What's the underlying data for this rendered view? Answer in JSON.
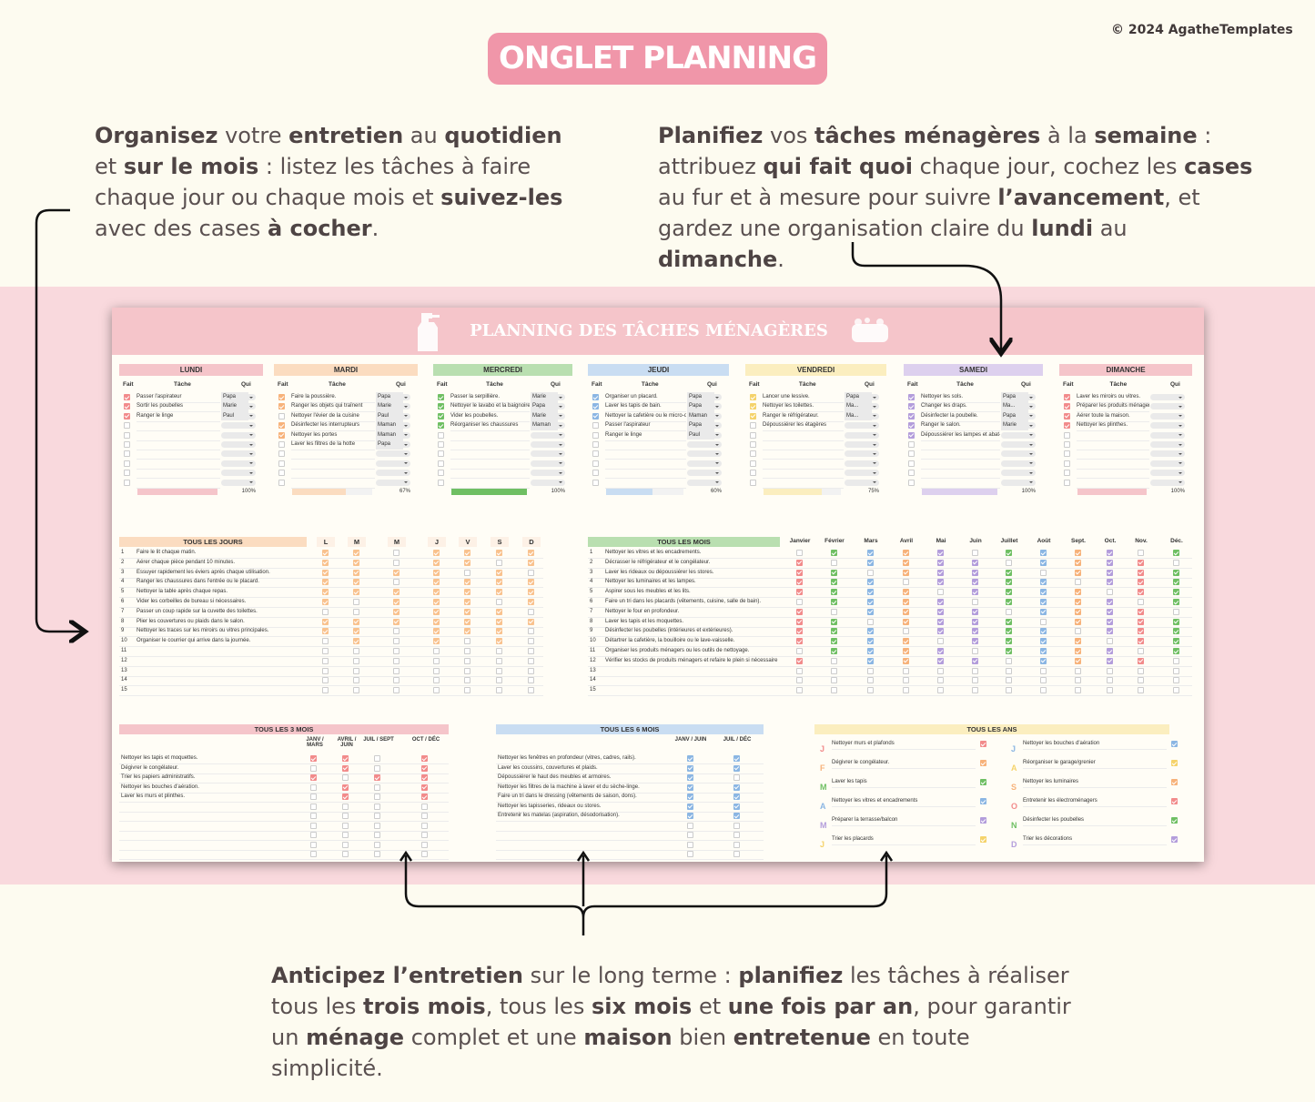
{
  "title": "ONGLET PLANNING",
  "copyright": "© 2024 AgatheTemplates",
  "intro_left": [
    {
      "t": "Organisez",
      "b": true
    },
    {
      "t": " votre ",
      "b": false
    },
    {
      "t": "entretien",
      "b": true
    },
    {
      "t": " au ",
      "b": false
    },
    {
      "t": "quotidien",
      "b": true
    },
    {
      "t": " et ",
      "b": false
    },
    {
      "t": "sur le mois",
      "b": true
    },
    {
      "t": " : listez les tâches à faire chaque jour ou chaque mois et ",
      "b": false
    },
    {
      "t": "suivez-les",
      "b": true
    },
    {
      "t": " avec des cases ",
      "b": false
    },
    {
      "t": "à cocher",
      "b": true
    },
    {
      "t": ".",
      "b": false
    }
  ],
  "intro_right": [
    {
      "t": "Planifiez",
      "b": true
    },
    {
      "t": " vos ",
      "b": false
    },
    {
      "t": "tâches ménagères",
      "b": true
    },
    {
      "t": " à la ",
      "b": false
    },
    {
      "t": "semaine",
      "b": true
    },
    {
      "t": " : attribuez ",
      "b": false
    },
    {
      "t": "qui fait quoi",
      "b": true
    },
    {
      "t": " chaque jour, cochez les ",
      "b": false
    },
    {
      "t": "cases",
      "b": true
    },
    {
      "t": " au fur et à mesure pour suivre ",
      "b": false
    },
    {
      "t": "l’avancement",
      "b": true
    },
    {
      "t": ", et gardez une organisation claire du ",
      "b": false
    },
    {
      "t": "lundi",
      "b": true
    },
    {
      "t": " au ",
      "b": false
    },
    {
      "t": "dimanche",
      "b": true
    },
    {
      "t": ".",
      "b": false
    }
  ],
  "intro_bottom": [
    {
      "t": "Anticipez l’entretien",
      "b": true
    },
    {
      "t": " sur le long terme : ",
      "b": false
    },
    {
      "t": "planifiez",
      "b": true
    },
    {
      "t": " les tâches à réaliser tous les ",
      "b": false
    },
    {
      "t": "trois mois",
      "b": true
    },
    {
      "t": ", tous les ",
      "b": false
    },
    {
      "t": "six mois",
      "b": true
    },
    {
      "t": " et ",
      "b": false
    },
    {
      "t": "une fois par an",
      "b": true
    },
    {
      "t": ", pour garantir un ",
      "b": false
    },
    {
      "t": "ménage",
      "b": true
    },
    {
      "t": " complet et une ",
      "b": false
    },
    {
      "t": "maison",
      "b": true
    },
    {
      "t": " bien ",
      "b": false
    },
    {
      "t": "entretenue",
      "b": true
    },
    {
      "t": " en toute simplicité.",
      "b": false
    }
  ],
  "sheet_title": "PLANNING DES TÂCHES MÉNAGÈRES",
  "col_labels": {
    "fait": "Fait",
    "tache": "Tâche",
    "qui": "Qui"
  },
  "days": [
    {
      "name": "LUNDI",
      "color": "#f5c5ca",
      "check": "#f28b8b",
      "bar": "#f5c5ca",
      "fill": 1.0,
      "pct": "100%",
      "tasks": [
        [
          "Passer l'aspirateur",
          "Papa",
          true
        ],
        [
          "Sortir les poubelles",
          "Marie",
          true
        ],
        [
          "Ranger le linge",
          "Paul",
          true
        ]
      ]
    },
    {
      "name": "MARDI",
      "color": "#fbdcc0",
      "check": "#f7b27a",
      "bar": "#fbdcc0",
      "fill": 0.67,
      "pct": "67%",
      "tasks": [
        [
          "Faire la poussière.",
          "Papa",
          true
        ],
        [
          "Ranger les objets qui traînent",
          "Marie",
          true
        ],
        [
          "Nettoyer l'évier de la cuisine",
          "Paul",
          false
        ],
        [
          "Désinfecter les interrupteurs",
          "Maman",
          true
        ],
        [
          "Nettoyer les portes",
          "Maman",
          true
        ],
        [
          "Laver les filtres de la hotte",
          "Papa",
          false
        ]
      ]
    },
    {
      "name": "MERCREDI",
      "color": "#b9dfb0",
      "check": "#6fbf63",
      "bar": "#6fbf63",
      "fill": 1.0,
      "pct": "100%",
      "tasks": [
        [
          "Passer la serpillière.",
          "Marie",
          true
        ],
        [
          "Nettoyer le lavabo et la baignoire",
          "Papa",
          true
        ],
        [
          "Vider les poubelles.",
          "Marie",
          true
        ],
        [
          "Réorganiser les chaussures",
          "Maman",
          true
        ]
      ]
    },
    {
      "name": "JEUDI",
      "color": "#c9ddf2",
      "check": "#8bb6e3",
      "bar": "#c9ddf2",
      "fill": 0.6,
      "pct": "60%",
      "tasks": [
        [
          "Organiser un placard.",
          "Papa",
          true
        ],
        [
          "Laver les tapis de bain.",
          "Papa",
          true
        ],
        [
          "Nettoyer la cafetière ou le micro-ondes",
          "Maman",
          true
        ],
        [
          "Passer l'aspirateur",
          "Papa",
          false
        ],
        [
          "Ranger le linge",
          "Paul",
          false
        ]
      ]
    },
    {
      "name": "VENDREDI",
      "color": "#fbeebf",
      "check": "#f5d36b",
      "bar": "#fbeebf",
      "fill": 0.75,
      "pct": "75%",
      "tasks": [
        [
          "Lancer une lessive.",
          "Papa",
          true
        ],
        [
          "Nettoyer les toilettes.",
          "Ma...",
          true
        ],
        [
          "Ranger le réfrigérateur.",
          "Ma...",
          true
        ],
        [
          "Dépoussiérer les étagères",
          "",
          false
        ]
      ]
    },
    {
      "name": "SAMEDI",
      "color": "#ddd0ee",
      "check": "#b39ddb",
      "bar": "#ddd0ee",
      "fill": 1.0,
      "pct": "100%",
      "tasks": [
        [
          "Nettoyer les sols.",
          "Papa",
          true
        ],
        [
          "Changer les draps.",
          "Ma...",
          true
        ],
        [
          "Désinfecter la poubelle.",
          "Papa",
          true
        ],
        [
          "Ranger le salon.",
          "Marie",
          true
        ],
        [
          "Dépoussiérer les lampes et abat-jour",
          "",
          true
        ]
      ]
    },
    {
      "name": "DIMANCHE",
      "color": "#f5c5ca",
      "check": "#f28b8b",
      "bar": "#f5c5ca",
      "fill": 1.0,
      "pct": "100%",
      "tasks": [
        [
          "Laver les miroirs ou vitres.",
          "",
          true
        ],
        [
          "Préparer les produits ménagers",
          "",
          true
        ],
        [
          "Aérer toute la maison.",
          "",
          true
        ],
        [
          "Nettoyer les plinthes.",
          "",
          true
        ]
      ]
    }
  ],
  "daily": {
    "title": "TOUS LES JOURS",
    "cols": [
      "L",
      "M",
      "M",
      "J",
      "V",
      "S",
      "D"
    ],
    "tasks": [
      "Faire le lit chaque matin.",
      "Aérer chaque pièce pendant 10 minutes.",
      "Essuyer rapidement les éviers après chaque utilisation.",
      "Ranger les chaussures dans l'entrée ou le placard.",
      "Nettoyer la table après chaque repas.",
      "Vider les corbeilles de bureau si nécessaires.",
      "Passer un coup rapide sur la cuvette des toilettes.",
      "Plier les couvertures ou plaids dans le salon.",
      "Nettoyer les traces sur les miroirs ou vitres principales.",
      "Organiser le courrier qui arrive dans la journée.",
      "",
      "",
      "",
      "",
      ""
    ],
    "numbers": [
      "1",
      "2",
      "3",
      "4",
      "5",
      "6",
      "7",
      "8",
      "9",
      "10",
      "11",
      "12",
      "13",
      "14",
      "15"
    ]
  },
  "monthly": {
    "title": "TOUS LES MOIS",
    "cols": [
      "Janvier",
      "Février",
      "Mars",
      "Avril",
      "Mai",
      "Juin",
      "Juillet",
      "Août",
      "Sept.",
      "Oct.",
      "Nov.",
      "Déc."
    ],
    "tasks": [
      "Nettoyer les vitres et les encadrements.",
      "Décrasser le réfrigérateur et le congélateur.",
      "Laver les rideaux ou dépoussiérer les stores.",
      "Nettoyer les luminaires et les lampes.",
      "Aspirer sous les meubles et les lits.",
      "Faire un tri dans les placards (vêtements, cuisine, salle de bain).",
      "Nettoyer le four en profondeur.",
      "Laver les tapis et les moquettes.",
      "Désinfecter les poubelles (intérieures et extérieures).",
      "Détartrer la cafetière, la bouilloire ou le lave-vaisselle.",
      "Organiser les produits ménagers ou les outils de nettoyage.",
      "Vérifier les stocks de produits ménagers et refaire le plein si nécessaire",
      "",
      "",
      ""
    ],
    "numbers": [
      "1",
      "2",
      "3",
      "4",
      "5",
      "6",
      "7",
      "8",
      "9",
      "10",
      "11",
      "12",
      "13",
      "14",
      "15"
    ]
  },
  "quarterly": {
    "title": "TOUS LES 3 MOIS",
    "cols": [
      "JANV / MARS",
      "AVRIL / JUIN",
      "JUIL / SEPT",
      "OCT / DÉC"
    ],
    "tasks": [
      "Nettoyer les tapis et moquettes.",
      "Dégivrer le congélateur.",
      "Trier les papiers administratifs.",
      "Nettoyer les bouches d'aération.",
      "Laver les murs et plinthes.",
      "",
      "",
      "",
      "",
      "",
      ""
    ]
  },
  "semiannual": {
    "title": "TOUS LES 6 MOIS",
    "cols": [
      "JANV / JUIN",
      "JUIL / DÉC"
    ],
    "tasks": [
      "Nettoyer les fenêtres en profondeur (vitres, cadres, rails).",
      "Laver les coussins, couvertures et plaids.",
      "Dépoussiérer le haut des meubles et armoires.",
      "Nettoyer les filtres de la machine à laver et du sèche-linge.",
      "Faire un tri dans le dressing (vêtements de saison, dons).",
      "Nettoyer les tapisseries, rideaux ou stores.",
      "Entretenir les matelas (aspiration, désodorisation).",
      "",
      "",
      "",
      ""
    ]
  },
  "yearly": {
    "title": "TOUS LES ANS",
    "left": [
      [
        "J",
        "#f28b8b",
        "Nettoyer murs et plafonds",
        "#f28b8b"
      ],
      [
        "F",
        "#f7b27a",
        "Dégivrer le congélateur.",
        "#f7b27a"
      ],
      [
        "M",
        "#6fbf63",
        "Laver les tapis",
        "#6fbf63"
      ],
      [
        "A",
        "#8bb6e3",
        "Nettoyer les vitres et encadrements",
        "#8bb6e3"
      ],
      [
        "M",
        "#b39ddb",
        "Préparer la terrasse/balcon",
        "#b39ddb"
      ],
      [
        "J",
        "#f5d36b",
        "Trier les placards",
        "#f5d36b"
      ]
    ],
    "right": [
      [
        "J",
        "#8bb6e3",
        "Nettoyer les bouches d'aération",
        "#8bb6e3"
      ],
      [
        "A",
        "#f5d36b",
        "Réorganiser le garage/grenier",
        "#f5d36b"
      ],
      [
        "S",
        "#f7b27a",
        "Nettoyer les luminaires",
        "#f7b27a"
      ],
      [
        "O",
        "#f28b8b",
        "Entretenir les électroménagers",
        "#f28b8b"
      ],
      [
        "N",
        "#6fbf63",
        "Désinfecter les poubelles",
        "#6fbf63"
      ],
      [
        "D",
        "#b39ddb",
        "Trier les décorations",
        "#b39ddb"
      ]
    ]
  },
  "colors": {
    "pink": "#f096a9",
    "band": "#f9d9dd",
    "sheet_header": "#f5c5ca"
  }
}
